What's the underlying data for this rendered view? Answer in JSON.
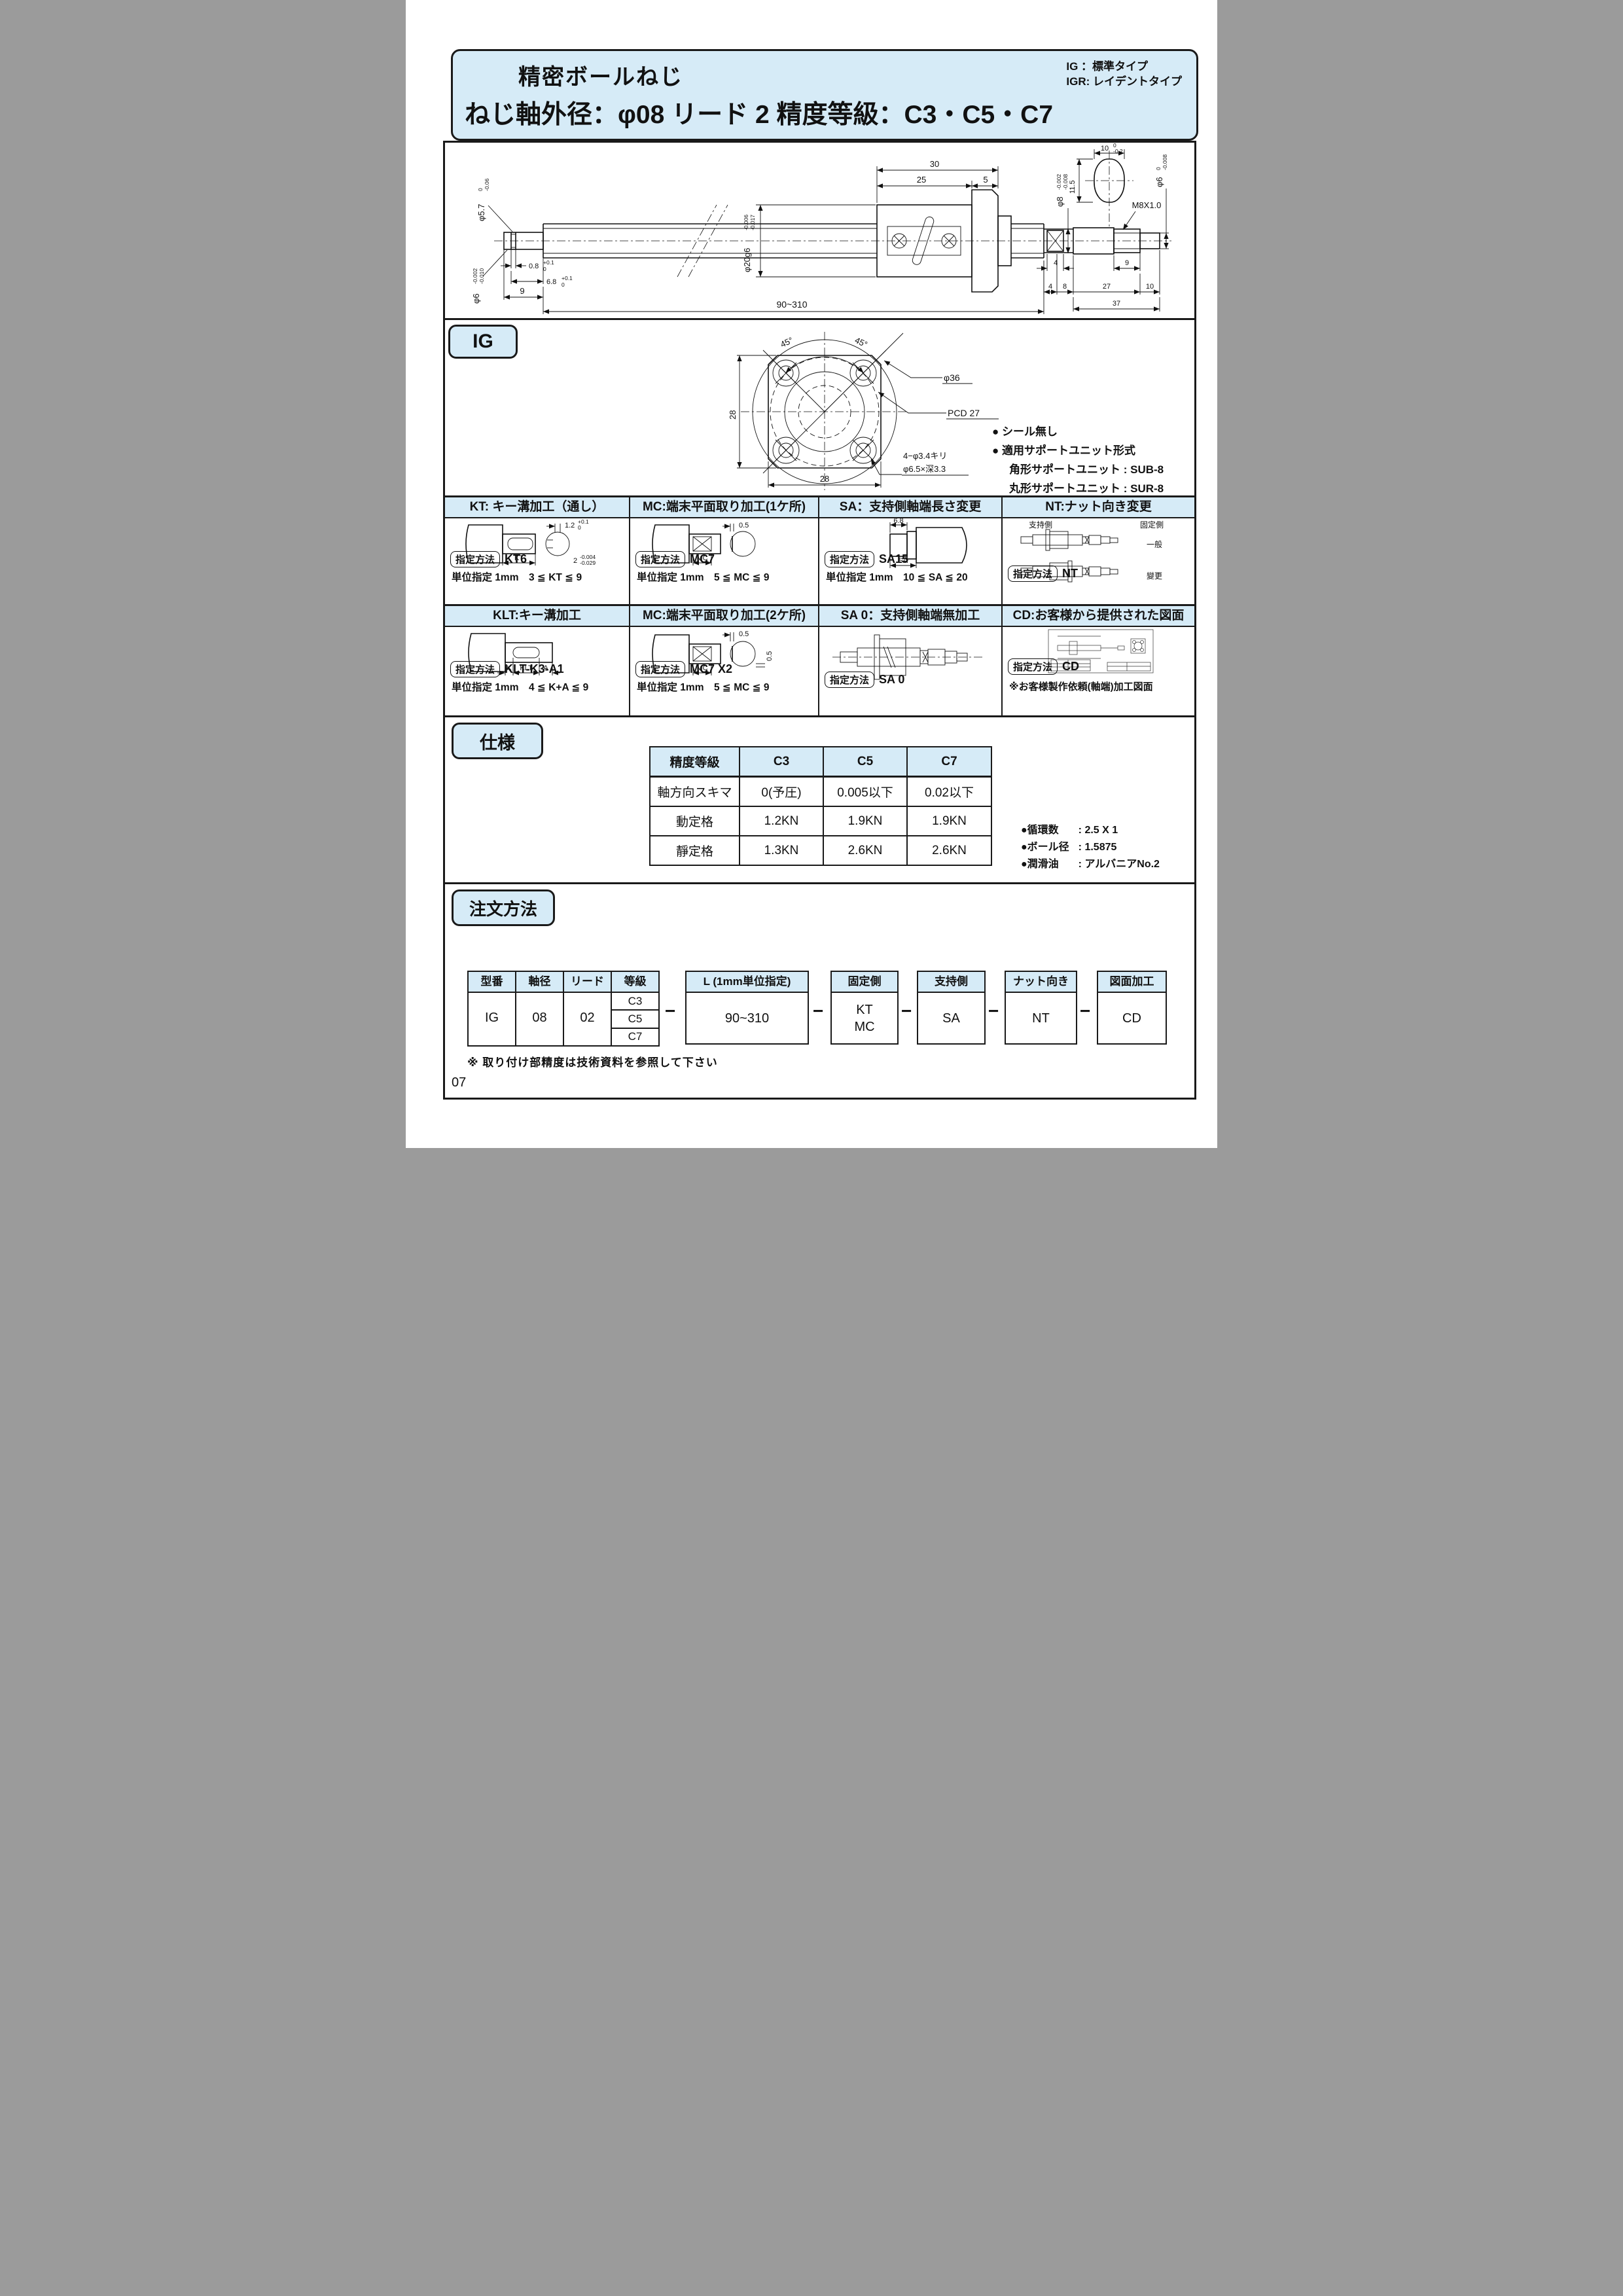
{
  "colors": {
    "light_blue": "#d6ebf7",
    "ink": "#111111"
  },
  "page_number": "07",
  "header": {
    "title": "精密ボールねじ",
    "subtitle": "ねじ軸外径：φ08 リード 2 精度等級：C3・C5・C7",
    "type_line1": "IG ：標準タイプ",
    "type_line2": "IGR: レイデントタイプ"
  },
  "main_drawing": {
    "dims": {
      "len30": "30",
      "len25": "25",
      "len5": "5",
      "dia20_v": "φ20g6",
      "dia20_hi": "-0.006",
      "dia20_lo": "-0.017",
      "dia57_v": "φ5.7",
      "dia57_hi": "0",
      "dia57_lo": "-0.06",
      "dia6l_v": "φ6",
      "dia6l_hi": "-0.002",
      "dia6l_lo": "-0.010",
      "w08_v": "0.8",
      "w08_hi": "+0.1",
      "w08_lo": "0",
      "w68_v": "6.8",
      "w68_hi": "+0.1",
      "w68_lo": "0",
      "len9l": "9",
      "total": "90~310",
      "w10_v": "10",
      "w10_hi": "0",
      "w10_lo": "-0.2",
      "h115": "11.5",
      "dia8_v": "φ8",
      "dia8_hi": "-0.002",
      "dia8_lo": "-0.008",
      "thread": "M8X1.0",
      "dia6r_v": "φ6",
      "dia6r_hi": "0",
      "dia6r_lo": "-0.008",
      "g4": "4",
      "len9r": "9",
      "c4": "4",
      "c8": "8",
      "c27": "27",
      "c10": "10",
      "c37": "37"
    }
  },
  "ig": {
    "badge": "IG",
    "dims": {
      "a45l": "45°",
      "a45r": "45°",
      "dia36": "φ36",
      "pcd": "PCD 27",
      "holes1": "4−φ3.4キリ",
      "holes2": "φ6.5×深3.3",
      "h28": "28",
      "w28": "28"
    },
    "bullet": "●",
    "bullet1": "シール無し",
    "bullet2": "適用サポートユニット形式",
    "sub1": "角形サポートユニット : SUB-8",
    "sub2": "丸形サポートユニット : SUR-8"
  },
  "spec_method_label": "指定方法",
  "options": [
    {
      "title": "KT: キー溝加工（通し）",
      "value": "KT6",
      "unit": "単位指定 1mm　3 ≦ KT ≦ 9",
      "dims": {
        "d1": "1.2",
        "d1hi": "+0.1",
        "d1lo": "0",
        "kt": "KT",
        "d2": "2",
        "d2hi": "-0.004",
        "d2lo": "-0.029"
      }
    },
    {
      "title": "MC:端末平面取り加工(1ケ所)",
      "value": "MC7",
      "unit": "単位指定 1mm　5 ≦ MC ≦ 9",
      "dims": {
        "d1": "0.5",
        "mc": "MC"
      }
    },
    {
      "title": "SA：支持側軸端長さ変更",
      "value": "SA15",
      "unit": "単位指定 1mm　10 ≦ SA ≦ 20",
      "dims": {
        "d1": "6.8",
        "sa": "SA"
      }
    },
    {
      "title": "NT:ナット向き変更",
      "value": "NT",
      "dims": {
        "left": "支持側",
        "right": "固定側",
        "normal": "一般",
        "changed": "變更"
      }
    },
    {
      "title": "KLT:キー溝加工",
      "value": "KLT-K3-A1",
      "unit": "単位指定 1mm　4 ≦ K+A ≦ 9",
      "dims": {
        "k": "K",
        "klt": "KLT",
        "a": "A"
      }
    },
    {
      "title": "MC:端末平面取り加工(2ケ所)",
      "value": "MC7 X2",
      "unit": "単位指定 1mm　5 ≦ MC ≦ 9",
      "dims": {
        "d1": "0.5",
        "d2": "0.5",
        "mc": "MC"
      }
    },
    {
      "title": "SA 0：支持側軸端無加工",
      "value": "SA 0",
      "dims": {}
    },
    {
      "title": "CD:お客様から提供された図面",
      "value": "CD",
      "note": "※お客様製作依頼(軸端)加工図面",
      "dims": {}
    }
  ],
  "spec": {
    "badge": "仕様",
    "table": {
      "header": [
        "精度等級",
        "C3",
        "C5",
        "C7"
      ],
      "rows": [
        [
          "軸方向スキマ",
          "0(予圧)",
          "0.005以下",
          "0.02以下"
        ],
        [
          "動定格",
          "1.2KN",
          "1.9KN",
          "1.9KN"
        ],
        [
          "靜定格",
          "1.3KN",
          "2.6KN",
          "2.6KN"
        ]
      ]
    },
    "notes": [
      {
        "b": "●",
        "l": "循環数",
        "v": ": 2.5 X 1"
      },
      {
        "b": "●",
        "l": "ボール径",
        "v": ": 1.5875"
      },
      {
        "b": "●",
        "l": "潤滑油",
        "v": ": アルバニアNo.2"
      }
    ]
  },
  "order": {
    "badge": "注文方法",
    "group_headers": [
      "型番",
      "軸径",
      "リード",
      "等級"
    ],
    "group_values": [
      "IG",
      "08",
      "02"
    ],
    "grades": [
      "C3",
      "C5",
      "C7"
    ],
    "boxes": [
      {
        "h": "L (1mm単位指定)",
        "v": "90~310"
      },
      {
        "h": "固定側",
        "v": "KT",
        "v2": "MC"
      },
      {
        "h": "支持側",
        "v": "SA"
      },
      {
        "h": "ナット向き",
        "v": "NT"
      },
      {
        "h": "図面加工",
        "v": "CD"
      }
    ],
    "dash": "−",
    "note": "※ 取り付け部精度は技術資料を参照して下さい"
  }
}
